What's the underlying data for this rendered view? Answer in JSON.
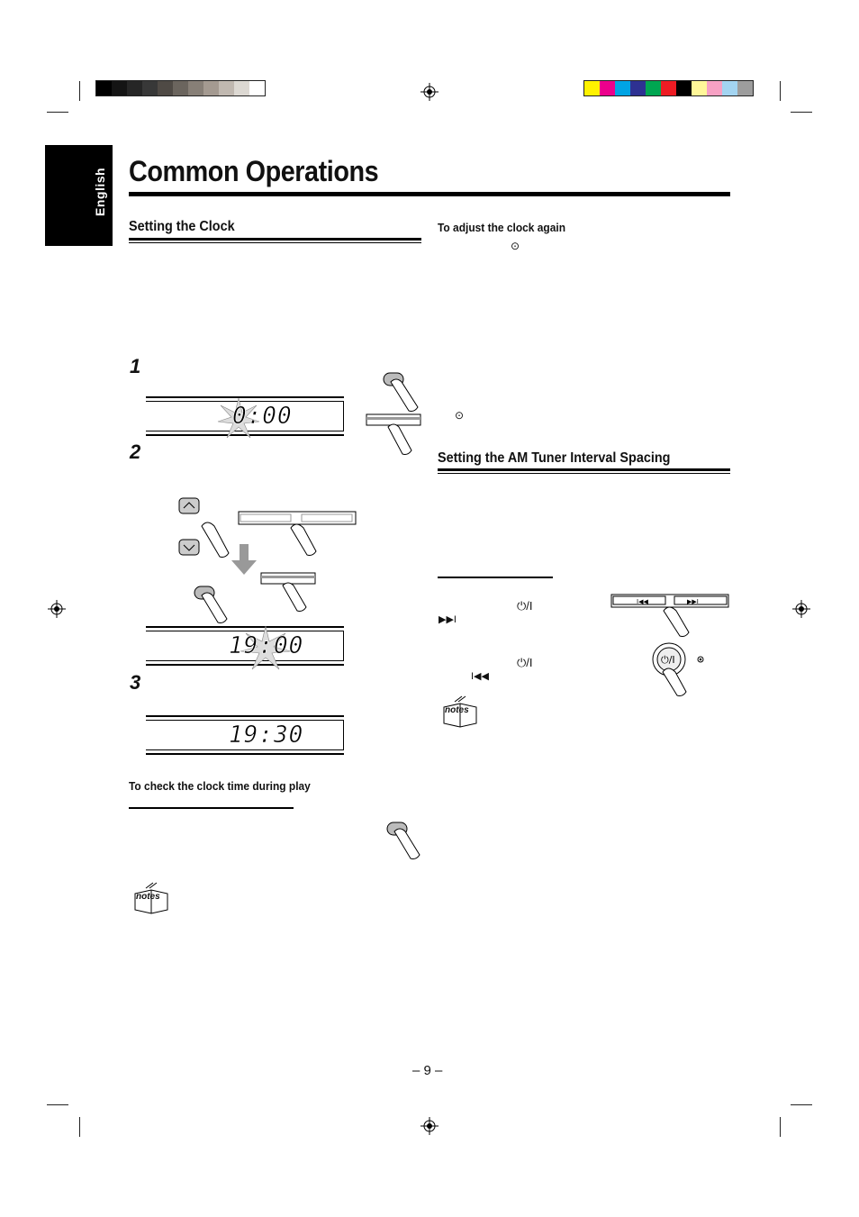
{
  "sidebar": {
    "language": "English"
  },
  "page": {
    "title": "Common Operations",
    "number": "– 9 –"
  },
  "sections": {
    "clock": {
      "heading": "Setting the Clock"
    },
    "adjust": {
      "heading": "To adjust the clock again"
    },
    "am_tuner": {
      "heading": "Setting the AM Tuner Interval Spacing"
    },
    "check": {
      "heading": "To check the clock time during play"
    }
  },
  "steps": [
    "1",
    "2",
    "3"
  ],
  "displays": {
    "step1": "0:00",
    "step2": "19:00",
    "step3": "19:30"
  },
  "symbols": {
    "power": "⏻/I",
    "next": "▶▶I",
    "prev": "I◀◀",
    "clock": "⊙"
  },
  "notes_label": "notes",
  "colors": {
    "grayscale_strip": [
      "#000000",
      "#141414",
      "#262626",
      "#383838",
      "#4f4a45",
      "#6b655e",
      "#877f77",
      "#a49a91",
      "#c0b8b0",
      "#dcd8d2",
      "#ffffff"
    ],
    "color_strip": [
      "#fff200",
      "#ec008c",
      "#00a4e4",
      "#2e3192",
      "#00a651",
      "#ed1c24",
      "#000000",
      "#fff799",
      "#f7a1c4",
      "#a3d4f1",
      "#9d9d9d"
    ]
  }
}
